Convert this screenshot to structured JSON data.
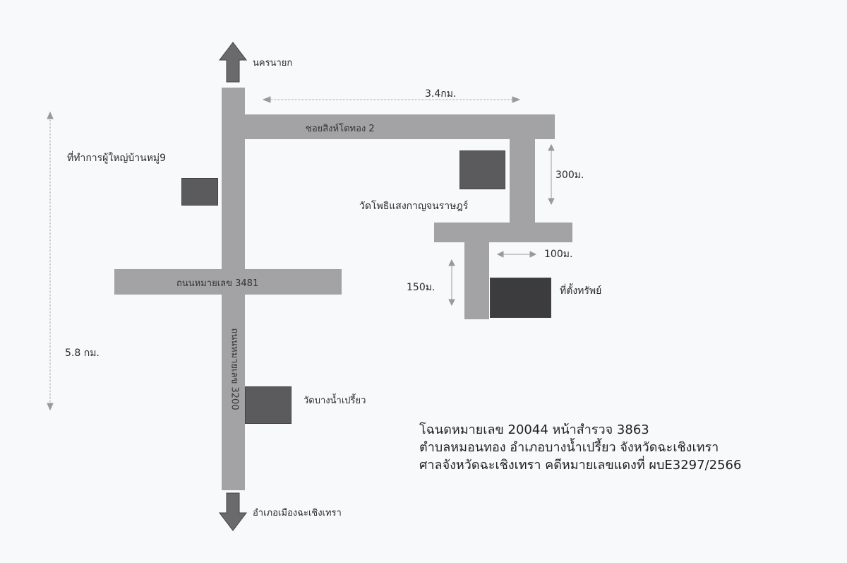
{
  "map": {
    "directions": {
      "north": "นครนายก",
      "south": "อำเภอเมืองฉะเชิงเทรา"
    },
    "roads": {
      "soi": "ซอยสิงห์โตทอง 2",
      "road_3481": "ถนนหมายเลข 3481",
      "road_3200": "ถนนหมายเลข 3200"
    },
    "landmarks": {
      "village_head_office": "ที่ทำการผู้ใหญ่บ้านหมู่9",
      "wat_pho": "วัดโพธิแสงกาญจนราษฎร์",
      "wat_bang_nam_priao": "วัดบางน้ำเปรี้ยว",
      "property": "ที่ตั้งทรัพย์"
    },
    "distances": {
      "horizontal_top": "3.4กม.",
      "vertical_left": "5.8 กม.",
      "connector": "300ม.",
      "to_property_h": "100ม.",
      "to_property_v": "150ม."
    },
    "colors": {
      "road": "#a3a3a5",
      "building": "#5b5b5d",
      "property": "#3c3c3e",
      "arrow": "#6a6a6c",
      "measure": "#9a9a9c"
    }
  },
  "info": {
    "line1": "โฉนดหมายเลข 20044  หน้าสำรวจ  3863",
    "line2": "ตำบลหมอนทอง อำเภอบางน้ำเปรี้ยว จังหวัดฉะเชิงเทรา",
    "line3": "ศาลจังหวัดฉะเชิงเทรา  คดีหมายเลขแดงที่ ผบE3297/2566"
  }
}
